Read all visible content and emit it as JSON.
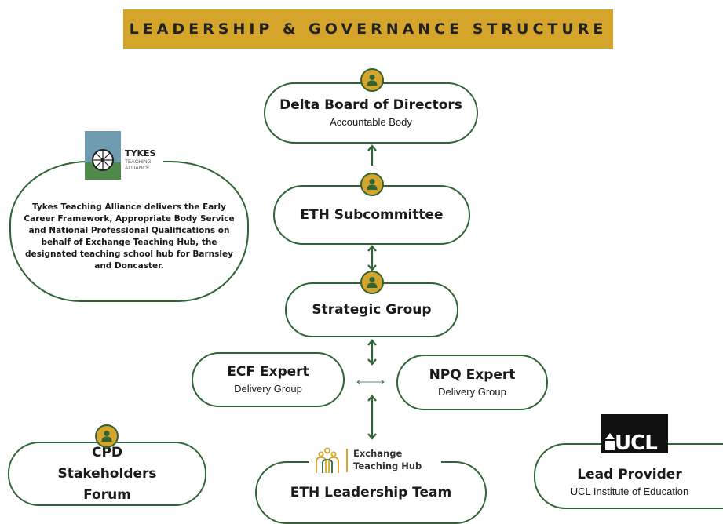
{
  "banner": {
    "title": "LEADERSHIP & GOVERNANCE STRUCTURE"
  },
  "nodes": {
    "delta": {
      "title": "Delta Board of Directors",
      "subtitle": "Accountable Body"
    },
    "eth_sub": {
      "title": "ETH Subcommittee"
    },
    "strategic": {
      "title": "Strategic Group"
    },
    "ecf": {
      "title": "ECF Expert",
      "subtitle": "Delivery Group"
    },
    "npq": {
      "title": "NPQ Expert",
      "subtitle": "Delivery Group"
    },
    "cpd": {
      "title": "CPD Stakeholders Forum"
    },
    "eth_lead": {
      "title": "ETH Leadership Team"
    },
    "lead_provider": {
      "title": "Lead Provider",
      "subtitle": "UCL Institute of Education"
    }
  },
  "tykes": {
    "logo_name": "TYKES",
    "logo_sub1": "TEACHING",
    "logo_sub2": "ALLIANCE",
    "description": "Tykes Teaching Alliance delivers the Early Career Framework, Appropriate Body Service and National Professional Qualifications on behalf of Exchange Teaching Hub, the designated teaching school hub for Barnsley and Doncaster."
  },
  "exchange_logo": {
    "line1": "Exchange",
    "line2": "Teaching Hub"
  },
  "ucl_logo": {
    "text": "UCL"
  },
  "colors": {
    "gold": "#d4a52a",
    "green": "#2f6436",
    "black": "#111111"
  },
  "icons": {
    "badge": "person-icon",
    "arrows": "double-arrow-icon"
  }
}
